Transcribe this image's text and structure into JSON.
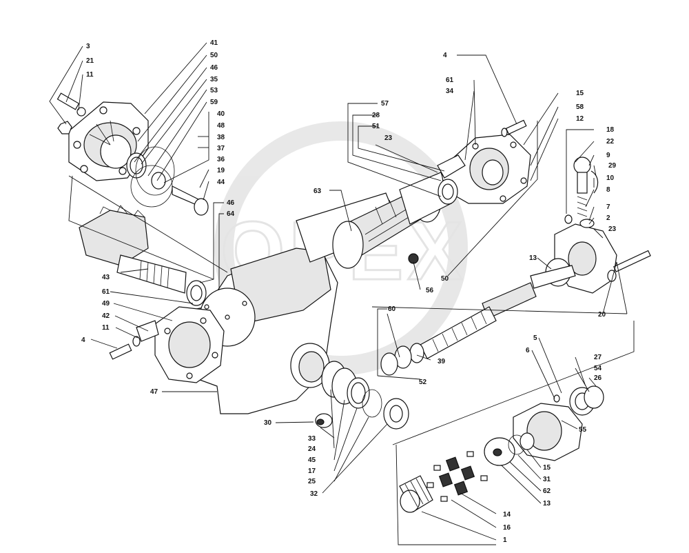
{
  "watermark": {
    "text": "OPEX"
  },
  "callouts": [
    "3",
    "21",
    "11",
    "41",
    "50",
    "46",
    "35",
    "53",
    "59",
    "40",
    "48",
    "38",
    "37",
    "36",
    "19",
    "44",
    "46",
    "64",
    "57",
    "28",
    "51",
    "23",
    "63",
    "4",
    "61",
    "34",
    "15",
    "58",
    "12",
    "18",
    "22",
    "9",
    "29",
    "10",
    "8",
    "7",
    "2",
    "23",
    "13",
    "43",
    "61",
    "49",
    "42",
    "11",
    "4",
    "56",
    "50",
    "60",
    "52",
    "39",
    "20",
    "47",
    "30",
    "33",
    "24",
    "45",
    "17",
    "25",
    "32",
    "5",
    "6",
    "27",
    "54",
    "26",
    "55",
    "15",
    "31",
    "62",
    "13",
    "14",
    "16",
    "1"
  ]
}
